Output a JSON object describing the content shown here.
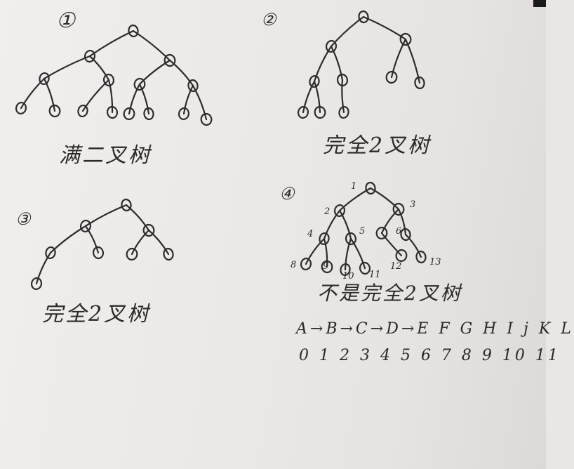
{
  "markers": [
    "①",
    "②",
    "③",
    "④"
  ],
  "captions": [
    "满二叉树",
    "完全2叉树",
    "完全2叉树",
    "不是完全2叉树"
  ],
  "tree4_labels": [
    "1",
    "2",
    "3",
    "4",
    "5",
    "6",
    "8",
    "9",
    "10",
    "11",
    "12",
    "13"
  ],
  "sequence_letters": "A→B→C→D→E F G H I j K L",
  "sequence_numbers": "0 1 2 3 4 5 6 7 8 9 10 11"
}
